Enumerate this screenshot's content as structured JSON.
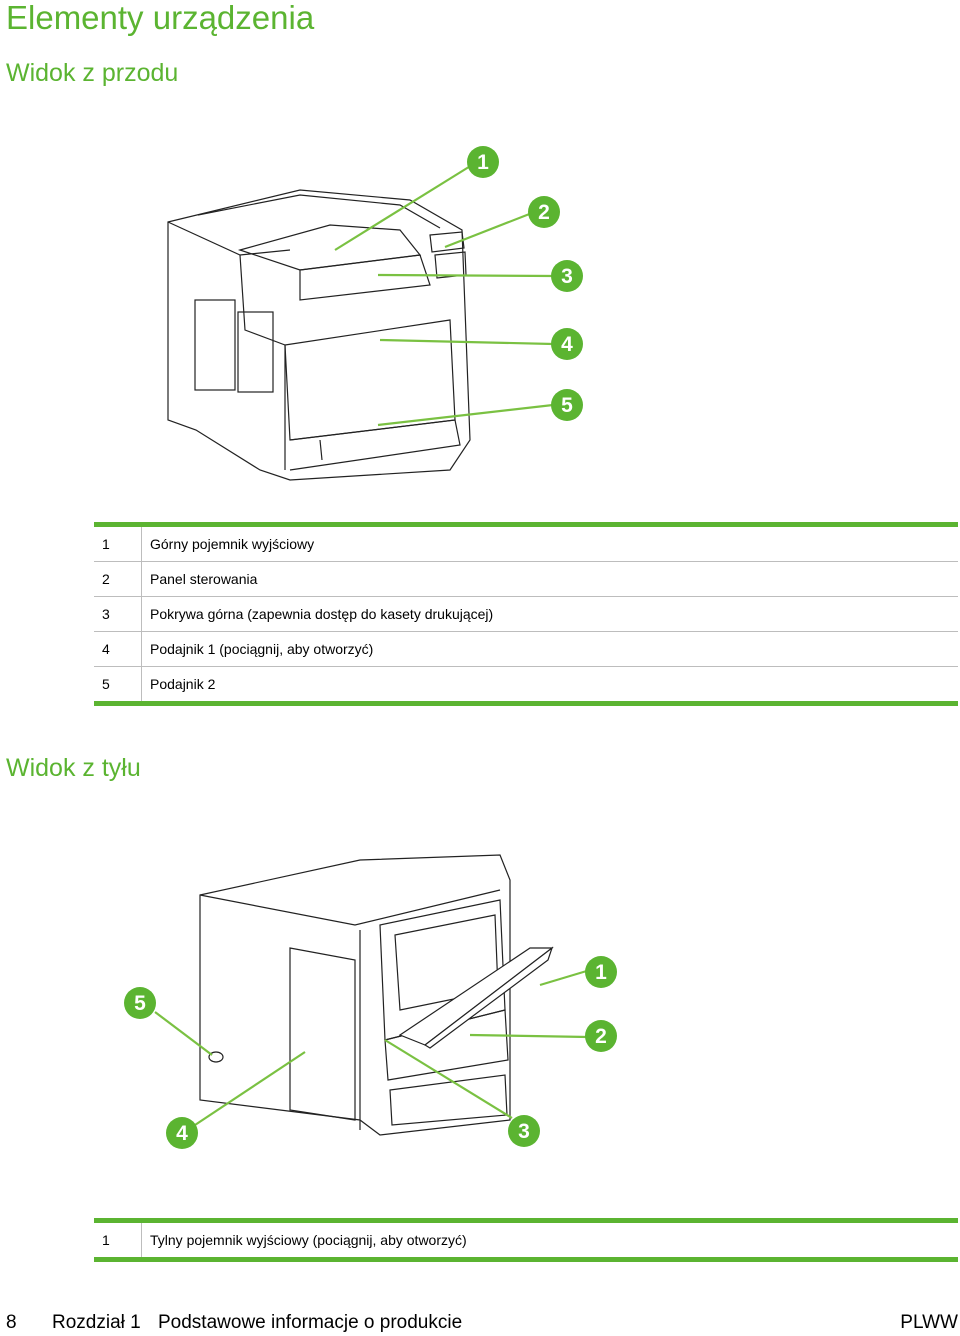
{
  "page": {
    "title": "Elementy urządzenia",
    "accent_color": "#5bb431"
  },
  "front": {
    "heading": "Widok z przodu",
    "callouts": [
      "1",
      "2",
      "3",
      "4",
      "5"
    ],
    "items": [
      {
        "num": "1",
        "text": "Górny pojemnik wyjściowy"
      },
      {
        "num": "2",
        "text": "Panel sterowania"
      },
      {
        "num": "3",
        "text": "Pokrywa górna (zapewnia dostęp do kasety drukującej)"
      },
      {
        "num": "4",
        "text": "Podajnik 1 (pociągnij, aby otworzyć)"
      },
      {
        "num": "5",
        "text": "Podajnik 2"
      }
    ]
  },
  "rear": {
    "heading": "Widok z tyłu",
    "callouts": [
      "1",
      "2",
      "3",
      "4",
      "5"
    ],
    "items": [
      {
        "num": "1",
        "text": "Tylny pojemnik wyjściowy (pociągnij, aby otworzyć)"
      }
    ]
  },
  "footer": {
    "page_number": "8",
    "chapter": "Rozdział 1",
    "chapter_title": "Podstawowe informacje o produkcie",
    "edition": "PLWW"
  }
}
